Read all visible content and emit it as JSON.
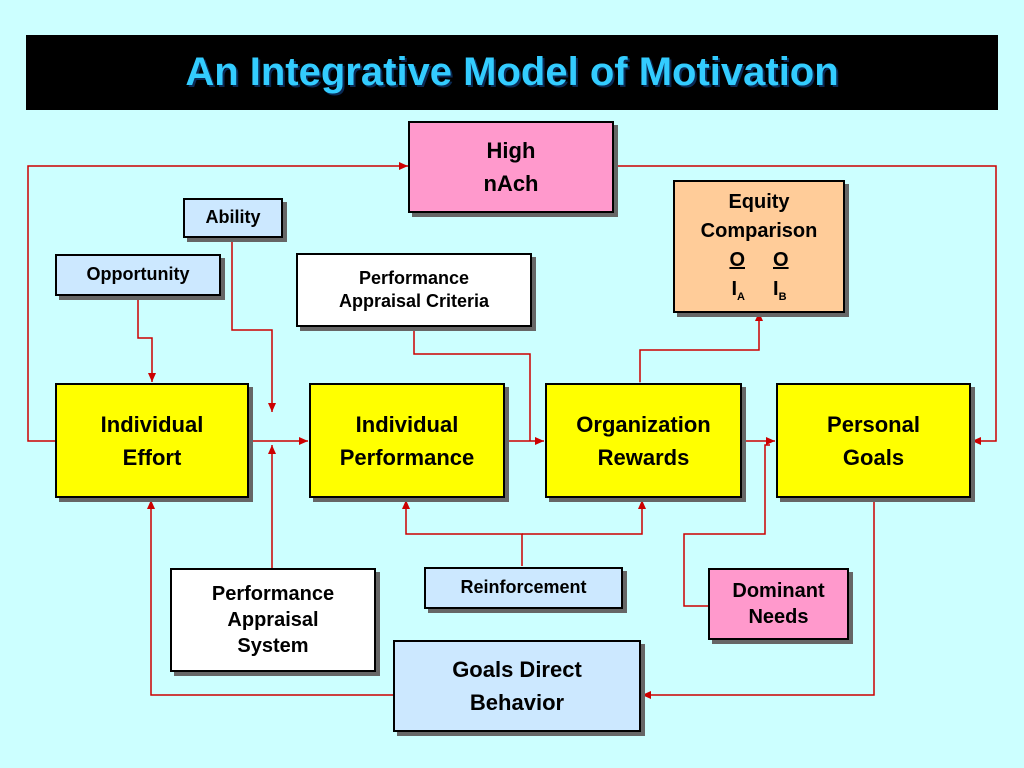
{
  "title": "An Integrative Model of Motivation",
  "colors": {
    "background": "#ccffff",
    "title_bar": "#000000",
    "title_text": "#33ccff",
    "arrow": "#cc0000",
    "main_box": "#ffff00",
    "pink_box": "#ff99cc",
    "peach_box": "#ffcc99",
    "light_blue_box": "#cce8ff"
  },
  "boxes": {
    "high_nach": {
      "line1": "High",
      "line2": "nAch"
    },
    "ability": "Ability",
    "opportunity": "Opportunity",
    "perf_appraisal_criteria": {
      "line1": "Performance",
      "line2": "Appraisal Criteria"
    },
    "equity": {
      "line1": "Equity",
      "line2": "Comparison",
      "o_a": "O",
      "o_b": "O",
      "i_a": "I",
      "i_a_sub": "A",
      "i_b": "I",
      "i_b_sub": "B"
    },
    "individual_effort": {
      "line1": "Individual",
      "line2": "Effort"
    },
    "individual_performance": {
      "line1": "Individual",
      "line2": "Performance"
    },
    "organization_rewards": {
      "line1": "Organization",
      "line2": "Rewards"
    },
    "personal_goals": {
      "line1": "Personal",
      "line2": "Goals"
    },
    "perf_appraisal_system": {
      "line1": "Performance",
      "line2": "Appraisal",
      "line3": "System"
    },
    "reinforcement": "Reinforcement",
    "dominant_needs": {
      "line1": "Dominant",
      "line2": "Needs"
    },
    "goals_direct_behavior": {
      "line1": "Goals Direct",
      "line2": "Behavior"
    }
  }
}
